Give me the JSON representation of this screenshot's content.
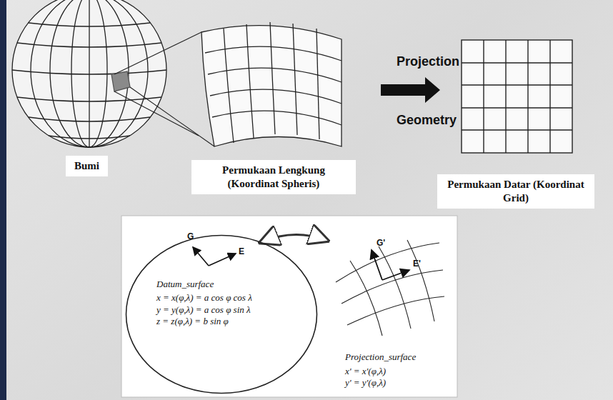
{
  "diagram": {
    "nodes": [
      {
        "text": [
          "Bumi"
        ]
      },
      {
        "text": [
          "Permukaan Lengkung (Koordinat Spheris)"
        ]
      },
      {
        "text": [
          "Permukaan Datar (Koordinat Grid)"
        ]
      },
      {
        "text": [
          "Datum_surface",
          "x = x(φ,λ) = a cos φ cos λ",
          "y = y(φ,λ) = a cos φ sin λ",
          "z = z(φ,λ) = b sin φ"
        ]
      },
      {
        "text": [
          "Projection_surface",
          "x' = x'(φ,λ)",
          "y' = y'(φ,λ)"
        ]
      }
    ],
    "edges": [
      {
        "from": 3,
        "to": 4,
        "arrow": "both"
      }
    ],
    "labels": [
      "Projection",
      "Geometry",
      "G",
      "E",
      "G'",
      "E'"
    ]
  }
}
